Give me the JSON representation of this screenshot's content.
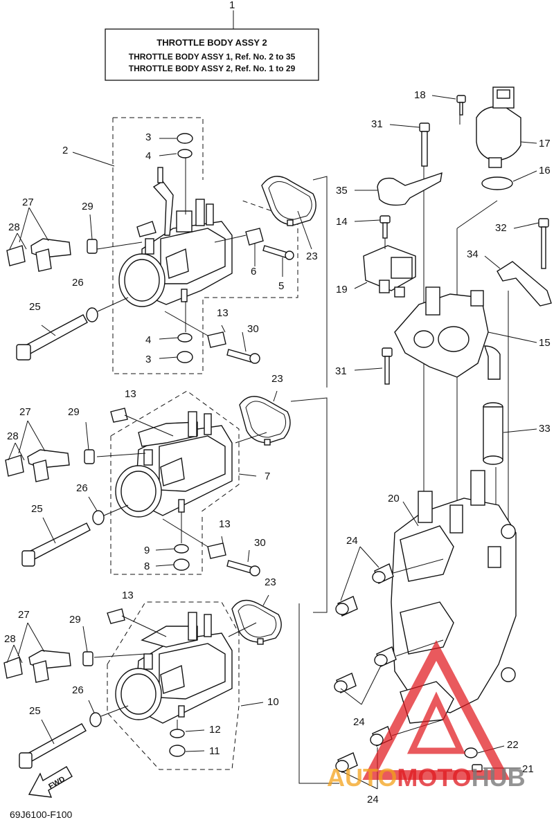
{
  "title_box": {
    "line1": "THROTTLE  BODY ASSY 2",
    "line2": "THROTTLE BODY ASSY 1, Ref. No. 2 to 35",
    "line3": "THROTTLE BODY ASSY 2, Ref. No. 1 to 29"
  },
  "callouts": {
    "n1": "1",
    "n2": "2",
    "n3a": "3",
    "n3b": "3",
    "n4a": "4",
    "n4b": "4",
    "n5": "5",
    "n6": "6",
    "n7": "7",
    "n8": "8",
    "n9": "9",
    "n10": "10",
    "n11": "11",
    "n12": "12",
    "n13a": "13",
    "n13b": "13",
    "n13c": "13",
    "n13d": "13",
    "n14": "14",
    "n15": "15",
    "n16": "16",
    "n17": "17",
    "n18": "18",
    "n19": "19",
    "n20": "20",
    "n21": "21",
    "n22": "22",
    "n23a": "23",
    "n23b": "23",
    "n23c": "23",
    "n24a": "24",
    "n24b": "24",
    "n24c": "24",
    "n25a": "25",
    "n25b": "25",
    "n25c": "25",
    "n26a": "26",
    "n26b": "26",
    "n26c": "26",
    "n27a": "27",
    "n27b": "27",
    "n27c": "27",
    "n28a": "28",
    "n28b": "28",
    "n28c": "28",
    "n29a": "29",
    "n29b": "29",
    "n29c": "29",
    "n30a": "30",
    "n30b": "30",
    "n31a": "31",
    "n31b": "31",
    "n32": "32",
    "n33": "33",
    "n34": "34",
    "n35": "35"
  },
  "fwd_label": "FWD",
  "diagram_code": "69J6100-F100",
  "watermark": {
    "auto": "AUTO",
    "moto": "MOTO",
    "hub": "HUB"
  }
}
